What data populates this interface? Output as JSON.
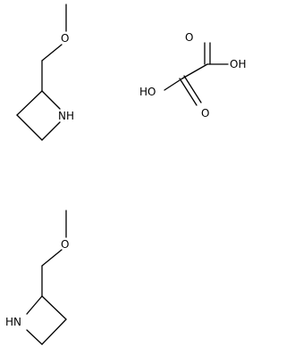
{
  "molecules": [
    {
      "name": "2-(methoxymethyl)azetidine",
      "atoms": {
        "oxygen": "O",
        "nitrogen": "NH"
      }
    },
    {
      "name": "oxalic acid",
      "atoms": {
        "carbonyl_top": "O",
        "hydroxyl_right": "OH",
        "hydroxyl_left": "HO",
        "carbonyl_bottom": "O"
      }
    },
    {
      "name": "2-(methoxymethyl)azetidine",
      "atoms": {
        "oxygen": "O",
        "nitrogen": "HN"
      }
    }
  ],
  "colors": {
    "bond": "#000000",
    "atom_label": "#000000",
    "background": "#ffffff"
  }
}
